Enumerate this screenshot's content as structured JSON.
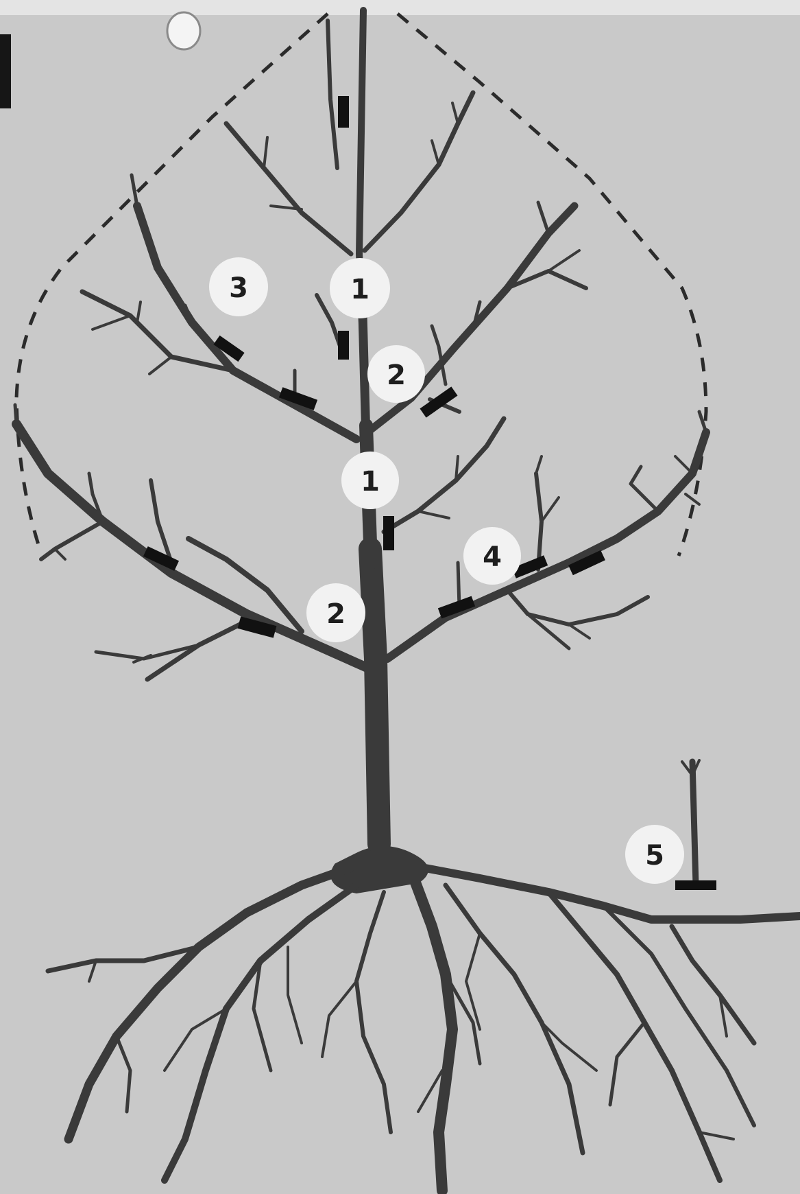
{
  "colors": {
    "background": "#c9c9c9",
    "branch": "#3a3a3a",
    "cut_mark": "#111111",
    "canopy_outline": "#2b2b2b",
    "label_circle": "#f2f2f2",
    "label_text": "#1e1e1e"
  },
  "labels": {
    "leader_upper": "1",
    "leader_lower": "1",
    "scaffold_upper": "2",
    "scaffold_lower": "2",
    "side_branch": "3",
    "lateral_shoot": "4",
    "root_sucker": "5"
  }
}
